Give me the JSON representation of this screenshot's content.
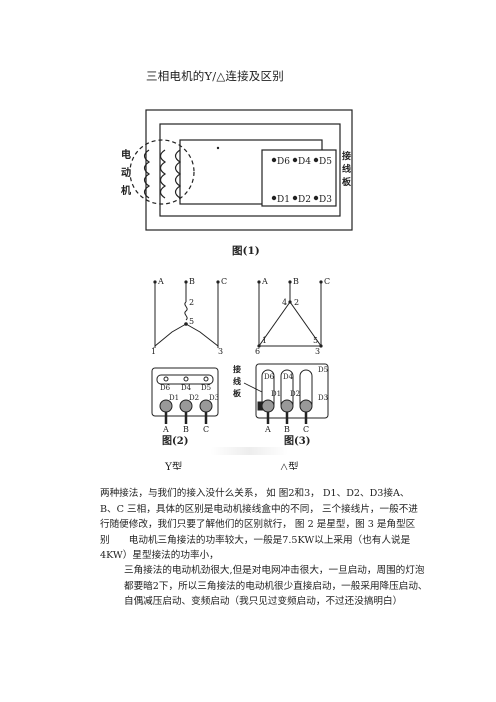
{
  "document": {
    "title": "三相电机的Y/△连接及区别",
    "fig1": {
      "motor_label": [
        "电",
        "动",
        "机"
      ],
      "board_label": [
        "接",
        "线",
        "板"
      ],
      "top_terminals": [
        "D6",
        "D4",
        "D5"
      ],
      "bottom_terminals": [
        "D1",
        "D2",
        "D3"
      ],
      "caption": "图(1)"
    },
    "fig2": {
      "phases": [
        "A",
        "B",
        "C"
      ],
      "nodes": [
        "1",
        "2",
        "3",
        "5"
      ],
      "board_top": [
        "D6",
        "D4",
        "D5"
      ],
      "board_bottom": [
        "D1",
        "D2",
        "D3"
      ],
      "bottom_phases": [
        "A",
        "B",
        "C"
      ],
      "caption": "图(2)",
      "type_label": "Y型"
    },
    "fig3": {
      "phases": [
        "A",
        "B",
        "C"
      ],
      "nodes": [
        "1",
        "2",
        "3",
        "4",
        "5",
        "6"
      ],
      "side_label": [
        "接",
        "线",
        "板"
      ],
      "board_top": [
        "D6",
        "D4",
        "D5"
      ],
      "board_bottom": [
        "D1",
        "D2",
        "D3"
      ],
      "bottom_phases": [
        "A",
        "B",
        "C"
      ],
      "caption": "图(3)",
      "type_label": "△型"
    },
    "paragraph1": "两种接法，与我们的接入没什么关系， 如 图2和3， D1、D2、D3接A、B、C 三相，具体的区别是电动机接线盒中的不同， 三个接线片，一般不进行随便修改，我们只要了解他们的区别就行， 图 2 是星型，图 3 是角型区别　　电动机三角接法的功率较大，一般是7.5KW以上采用（也有人说是4KW）星型接法的功率小，",
    "paragraph2": "三角接法的电动机劲很大,但是对电网冲击很大，一旦启动，周围的灯泡都要暗2下，所以三角接法的电动机很少直接启动，一般采用降压启动、自偶减压启动、变频启动（我只见过变频启动，不过还没搞明白）"
  }
}
